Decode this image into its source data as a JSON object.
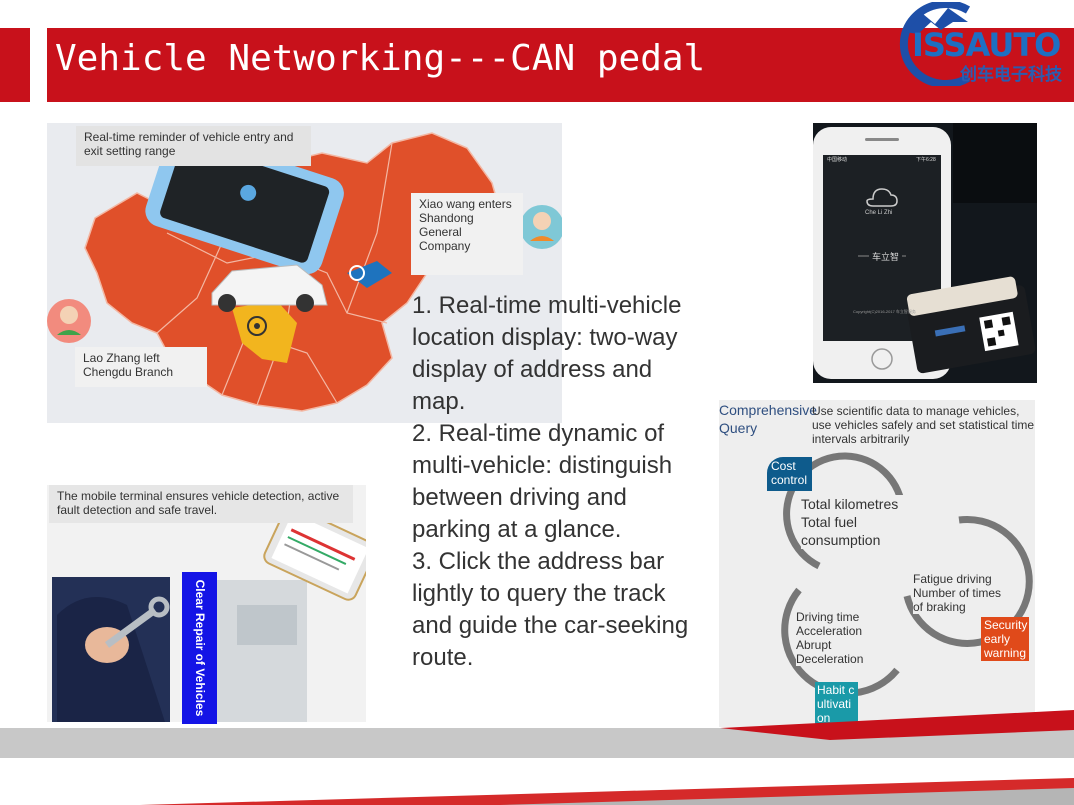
{
  "slide": {
    "title": "Vehicle Networking---CAN pedal",
    "logo": {
      "text": "ISSAUTO",
      "subtext": "创车电子科技"
    }
  },
  "map_panel": {
    "caption_top": "Real-time reminder of vehicle entry and exit setting range",
    "caption_xiaowang": "Xiao wang enters Shandong General Company",
    "caption_laozhang": "Lao Zhang left Chengdu Branch"
  },
  "main_text": "1. Real-time multi-vehicle location display: two-way display of address and map.\n2. Real-time dynamic of multi-vehicle: distinguish between driving and parking at a glance.\n3. Click the address bar lightly to query the track and guide the car-seeking route.",
  "phone_photo": {
    "status": "中国移动",
    "time": "下午6:28",
    "app_name": "Che Li Zhi",
    "brand": "车立智",
    "copyright": "Copyright(C)2016-2017 车立智服务"
  },
  "repair_panel": {
    "caption": "The mobile terminal ensures vehicle detection, active fault detection and safe travel.",
    "vertical_label": "Clear Repair of Vehicles"
  },
  "query_panel": {
    "title": "Comprehensive Query",
    "description": "Use scientific data to manage vehicles, use vehicles safely and set statistical time intervals arbitrarily",
    "circle1_text": "Total kilometres\nTotal fuel consumption",
    "circle2_text": "Fatigue driving\nNumber of times of braking",
    "circle3_text": "Driving time\nAcceleration\nAbrupt Deceleration",
    "badge_cost": "Cost control",
    "badge_security": "Security early warning",
    "badge_habit": "Habit cultivation"
  },
  "colors": {
    "brand_red": "#c8111b",
    "map_red": "#e0502a",
    "badge_cost": "#0e5b8c",
    "badge_security": "#e04a1a",
    "badge_habit": "#1a9aa8",
    "vertical_label": "#1414e6"
  }
}
